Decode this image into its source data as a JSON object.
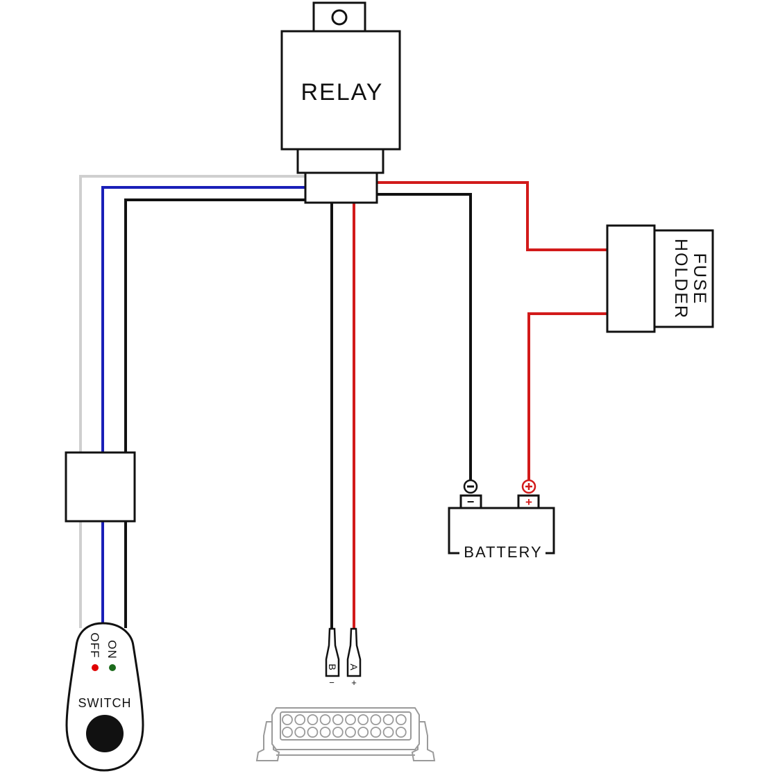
{
  "labels": {
    "relay": "RELAY",
    "fuse_holder_line1": "FUSE",
    "fuse_holder_line2": "HOLDER",
    "battery": "BATTERY",
    "battery_neg": "−",
    "battery_pos": "+",
    "switch": "SWITCH",
    "switch_off": "OFF",
    "switch_on": "ON",
    "terminal_b": "B",
    "terminal_a": "A",
    "terminal_b_sign": "−",
    "terminal_a_sign": "+"
  },
  "colors": {
    "black_wire": "#111111",
    "red_wire": "#d21a1a",
    "blue_wire": "#1a1fb8",
    "gray_wire": "#cfcfcf",
    "off_led": "#e00000",
    "on_led": "#1c6b1c",
    "light_bar": "#9a9a9a"
  },
  "icons": {
    "light_bar": "led-light-bar-icon",
    "switch_button": "push-button-icon"
  }
}
